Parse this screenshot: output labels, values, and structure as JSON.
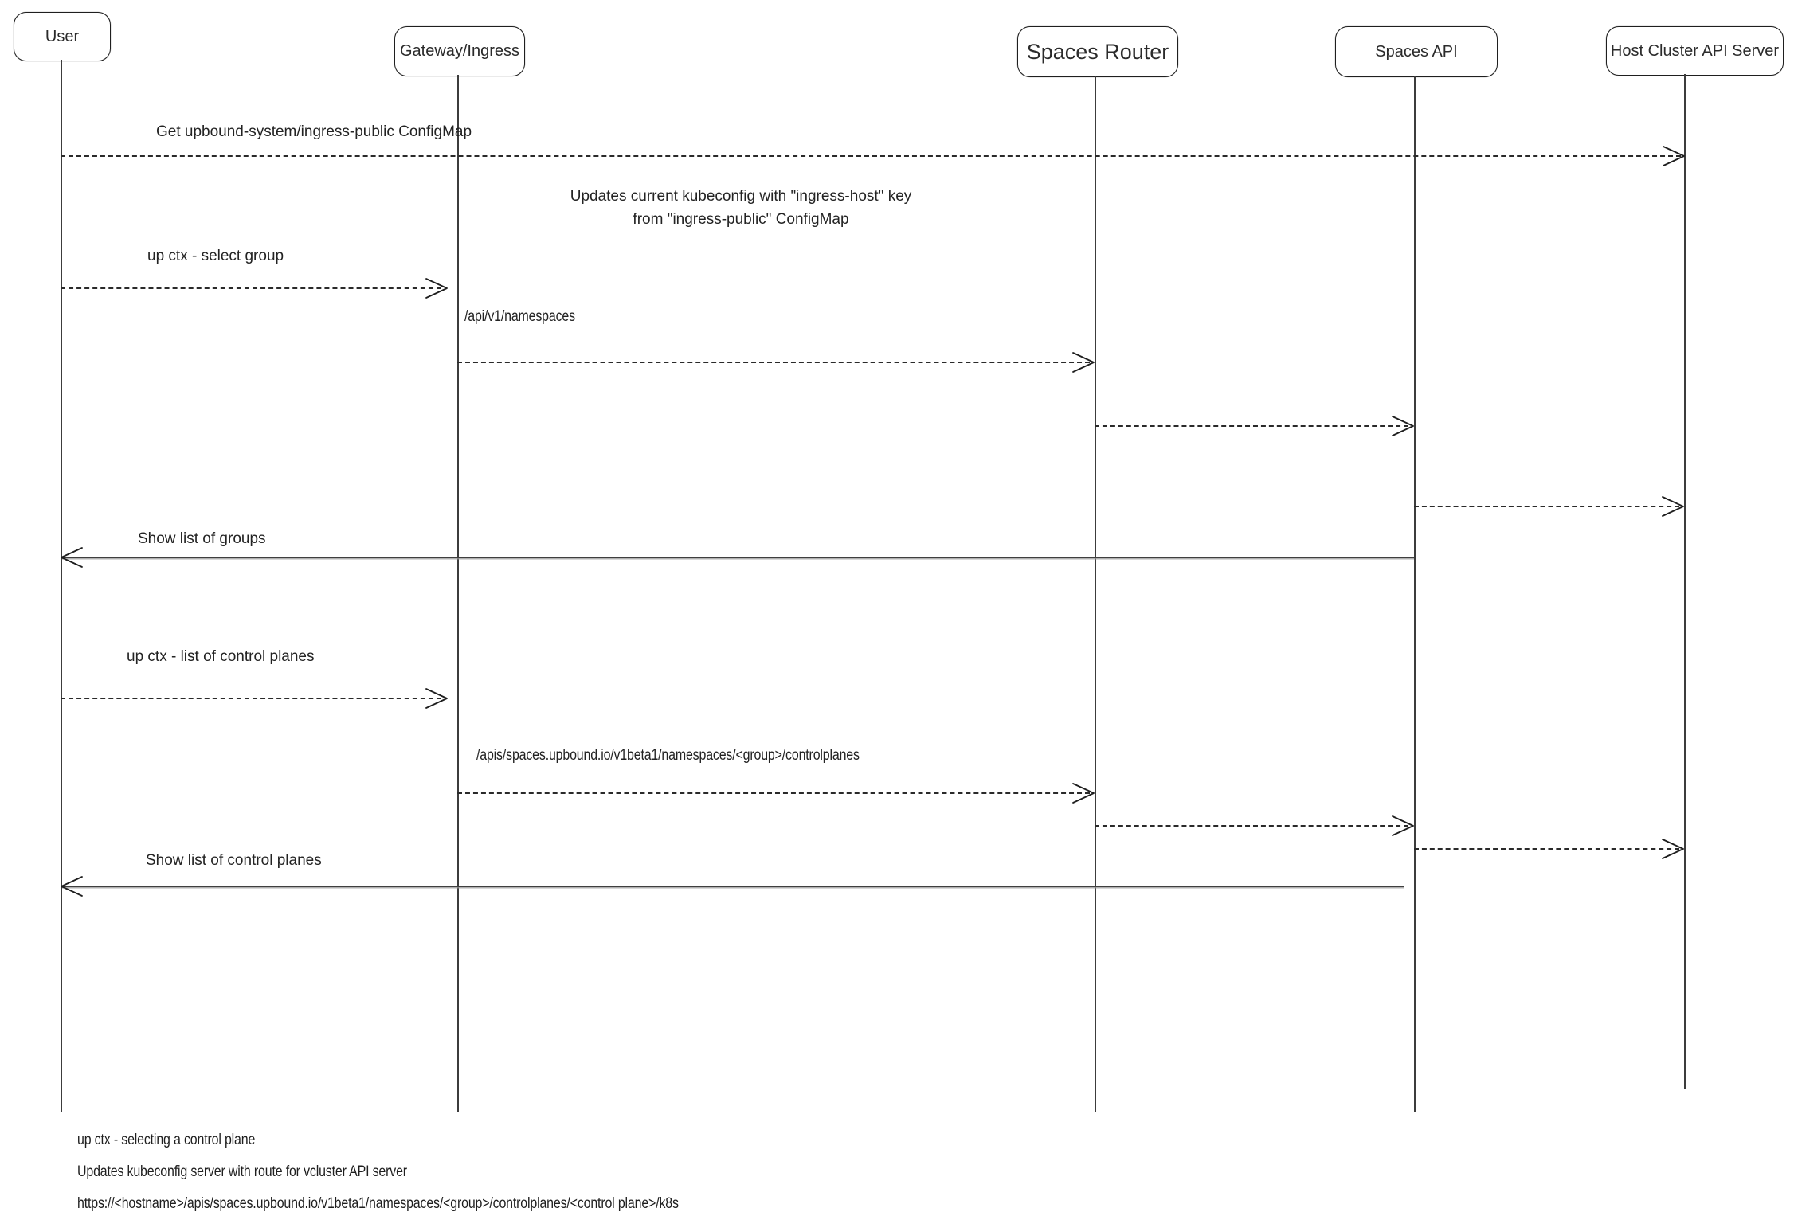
{
  "actors": {
    "user": {
      "label": "User"
    },
    "gateway": {
      "label": "Gateway/Ingress"
    },
    "spaces_router": {
      "label": "Spaces Router"
    },
    "spaces_api": {
      "label": "Spaces API"
    },
    "host_api": {
      "label": "Host Cluster API Server"
    }
  },
  "messages": {
    "m1": {
      "label": "Get upbound-system/ingress-public ConfigMap",
      "from": "User",
      "to": "Host Cluster API Server",
      "style": "dashed"
    },
    "m2": {
      "label": "up ctx - select group",
      "from": "User",
      "to": "Gateway/Ingress",
      "style": "dashed"
    },
    "m3": {
      "label": "/api/v1/namespaces",
      "from": "Gateway/Ingress",
      "to": "Spaces Router",
      "style": "dashed"
    },
    "m4": {
      "label": "",
      "from": "Spaces Router",
      "to": "Spaces API",
      "style": "dashed"
    },
    "m5": {
      "label": "",
      "from": "Spaces API",
      "to": "Host Cluster API Server",
      "style": "dashed"
    },
    "m6": {
      "label": "Show list of groups",
      "from": "Spaces API",
      "to": "User",
      "style": "solid"
    },
    "m7": {
      "label": "up ctx - list of control planes",
      "from": "User",
      "to": "Gateway/Ingress",
      "style": "dashed"
    },
    "m8": {
      "label": "/apis/spaces.upbound.io/v1beta1/namespaces/<group>/controlplanes",
      "from": "Gateway/Ingress",
      "to": "Spaces Router",
      "style": "dashed"
    },
    "m9": {
      "label": "",
      "from": "Spaces Router",
      "to": "Spaces API",
      "style": "dashed"
    },
    "m10": {
      "label": "",
      "from": "Spaces API",
      "to": "Host Cluster API Server",
      "style": "dashed"
    },
    "m11": {
      "label": "Show list of control planes",
      "from": "Spaces API",
      "to": "User",
      "style": "solid"
    }
  },
  "note": {
    "line1": "Updates current kubeconfig with \"ingress-host\" key",
    "line2": "from \"ingress-public\" ConfigMap"
  },
  "footnotes": {
    "line1": "up ctx - selecting a control plane",
    "line2": "Updates kubeconfig server with route for vcluster API server",
    "line3": "https://<hostname>/apis/spaces.upbound.io/v1beta1/namespaces/<group>/controlplanes/<control plane>/k8s"
  },
  "colors": {
    "stroke": "#1f1f1f",
    "background": "#ffffff"
  }
}
